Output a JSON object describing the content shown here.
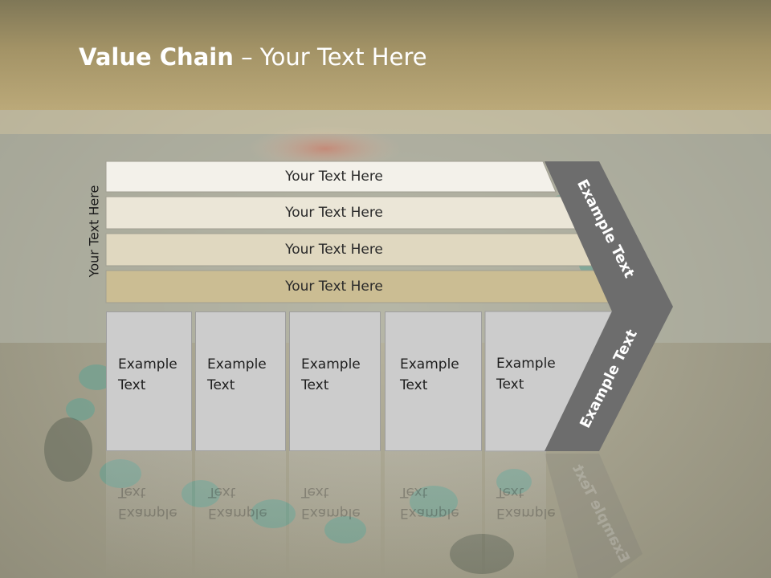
{
  "title": {
    "bold": "Value Chain",
    "rest": " – Your Text Here"
  },
  "side_label": "Your Text Here",
  "rows": [
    {
      "label": "Your Text Here"
    },
    {
      "label": "Your Text Here"
    },
    {
      "label": "Your Text Here"
    },
    {
      "label": "Your Text Here"
    }
  ],
  "boxes": [
    {
      "line1": "Example",
      "line2": "Text"
    },
    {
      "line1": "Example",
      "line2": "Text"
    },
    {
      "line1": "Example",
      "line2": "Text"
    },
    {
      "line1": "Example",
      "line2": "Text"
    },
    {
      "line1": "Example",
      "line2": "Text"
    }
  ],
  "chevron": {
    "upper": "Example Text",
    "lower": "Example Text"
  },
  "colors": {
    "title_band": "#a39366",
    "row1": "#f3f1ea",
    "row2": "#ebe6d7",
    "row3": "#e0d8c0",
    "row4": "#cbbd93",
    "box": "#cccccc",
    "chevron": "#6d6d6d"
  }
}
